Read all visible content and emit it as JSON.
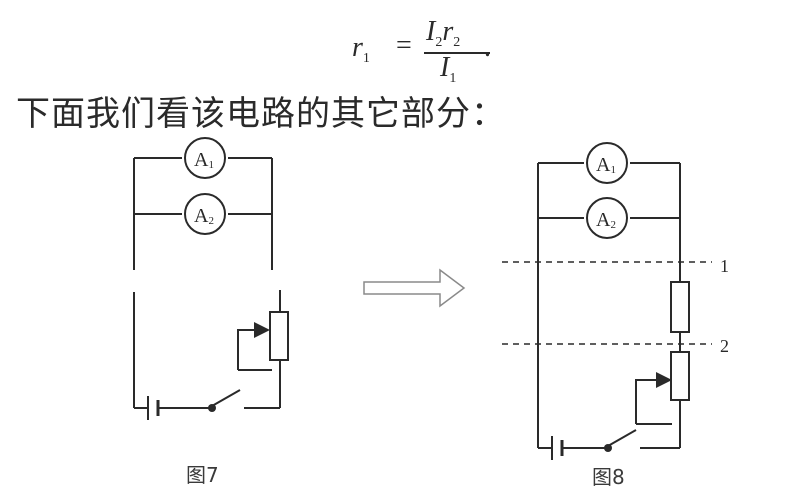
{
  "formula": {
    "lhs": "r",
    "lhs_sub": "1",
    "equals": "=",
    "num_I": "I",
    "num_I_sub": "2",
    "num_r": "r",
    "num_r_sub": "2",
    "den_I": "I",
    "den_I_sub": "1",
    "end": "."
  },
  "sentence": "下面我们看该电路的其它部分：",
  "figure7": {
    "caption": "图7",
    "ammeter1": {
      "label": "A",
      "sub": "1"
    },
    "ammeter2": {
      "label": "A",
      "sub": "2"
    }
  },
  "figure8": {
    "caption": "图8",
    "ammeter1": {
      "label": "A",
      "sub": "1"
    },
    "ammeter2": {
      "label": "A",
      "sub": "2"
    },
    "dashed_line_1": "1",
    "dashed_line_2": "2"
  }
}
